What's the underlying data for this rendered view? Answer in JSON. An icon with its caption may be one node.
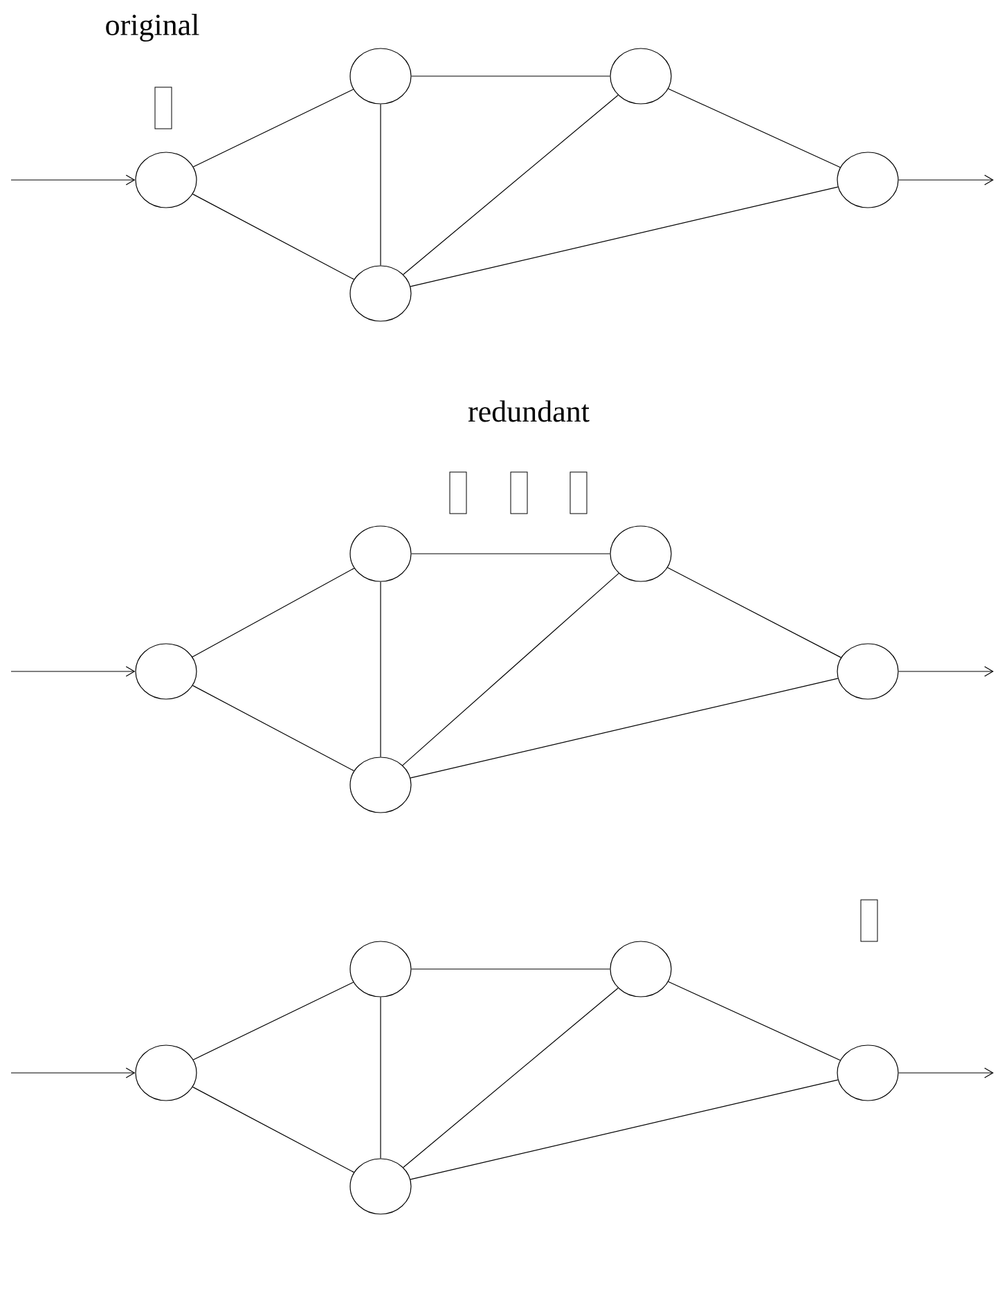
{
  "diagram": {
    "nodes": [
      {
        "text": [],
        "shape": "circle"
      },
      {
        "text": [],
        "shape": "circle"
      },
      {
        "text": [],
        "shape": "circle"
      },
      {
        "text": [],
        "shape": "circle"
      },
      {
        "text": [],
        "shape": "circle"
      },
      {
        "text": [],
        "shape": "circle"
      },
      {
        "text": [],
        "shape": "circle"
      },
      {
        "text": [],
        "shape": "circle"
      },
      {
        "text": [],
        "shape": "circle"
      },
      {
        "text": [],
        "shape": "circle"
      },
      {
        "text": [],
        "shape": "circle"
      },
      {
        "text": [],
        "shape": "circle"
      },
      {
        "text": [],
        "shape": "circle"
      },
      {
        "text": [],
        "shape": "circle"
      },
      {
        "text": [],
        "shape": "circle"
      }
    ],
    "edges": [
      {
        "from": null,
        "to": 0,
        "arrow": "to"
      },
      {
        "from": 0,
        "to": 1,
        "arrow": "none"
      },
      {
        "from": 0,
        "to": 3,
        "arrow": "none"
      },
      {
        "from": 1,
        "to": 2,
        "arrow": "none"
      },
      {
        "from": 1,
        "to": 3,
        "arrow": "none"
      },
      {
        "from": 2,
        "to": 3,
        "arrow": "none"
      },
      {
        "from": 2,
        "to": 4,
        "arrow": "none"
      },
      {
        "from": 3,
        "to": 4,
        "arrow": "none"
      },
      {
        "from": 4,
        "to": null,
        "arrow": "to"
      },
      {
        "from": null,
        "to": 5,
        "arrow": "to"
      },
      {
        "from": 5,
        "to": 6,
        "arrow": "none"
      },
      {
        "from": 5,
        "to": 8,
        "arrow": "none"
      },
      {
        "from": 6,
        "to": 7,
        "arrow": "none"
      },
      {
        "from": 6,
        "to": 8,
        "arrow": "none"
      },
      {
        "from": 7,
        "to": 8,
        "arrow": "none"
      },
      {
        "from": 7,
        "to": 9,
        "arrow": "none"
      },
      {
        "from": 8,
        "to": 9,
        "arrow": "none"
      },
      {
        "from": 9,
        "to": null,
        "arrow": "to"
      },
      {
        "from": null,
        "to": 10,
        "arrow": "to"
      },
      {
        "from": 10,
        "to": 11,
        "arrow": "none"
      },
      {
        "from": 10,
        "to": 13,
        "arrow": "none"
      },
      {
        "from": 11,
        "to": 12,
        "arrow": "none"
      },
      {
        "from": 11,
        "to": 13,
        "arrow": "none"
      },
      {
        "from": 12,
        "to": 13,
        "arrow": "none"
      },
      {
        "from": 12,
        "to": 14,
        "arrow": "none"
      },
      {
        "from": 13,
        "to": 14,
        "arrow": "none"
      },
      {
        "from": 14,
        "to": null,
        "arrow": "to"
      }
    ],
    "labels": [
      "original",
      "redundant"
    ]
  }
}
